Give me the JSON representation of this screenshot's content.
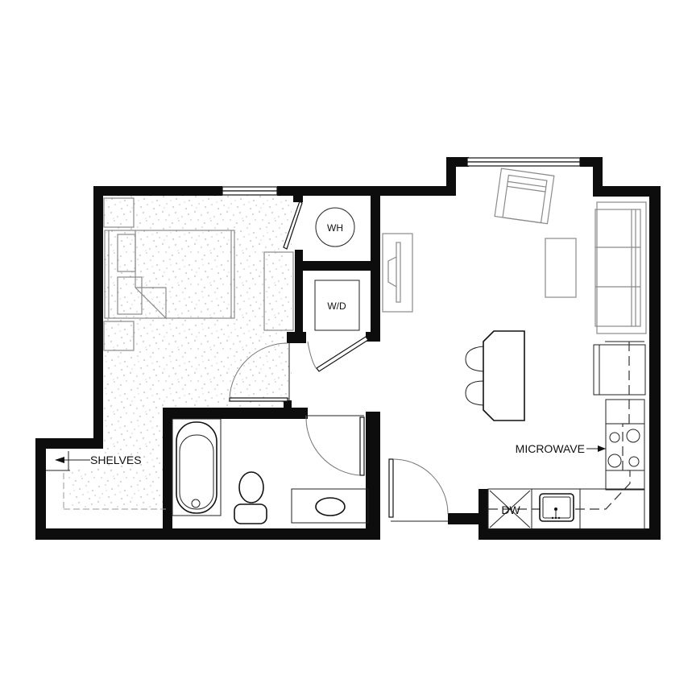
{
  "plan": {
    "type": "apartment-floor-plan",
    "rooms": [
      {
        "name": "bedroom",
        "flooring": "carpet"
      },
      {
        "name": "closet-shelves",
        "flooring": "carpet"
      },
      {
        "name": "water-heater-closet"
      },
      {
        "name": "laundry-closet"
      },
      {
        "name": "bathroom"
      },
      {
        "name": "living-room"
      },
      {
        "name": "dining-area"
      },
      {
        "name": "kitchen"
      }
    ],
    "labels": {
      "water_heater": "WH",
      "washer_dryer": "W/D",
      "shelves": "SHELVES",
      "microwave": "MICROWAVE",
      "dishwasher": "DW"
    },
    "colors": {
      "wall": "#0d0d0d",
      "furniture_stroke": "#8a8a8a",
      "fixture_stroke": "#111111",
      "background": "#ffffff",
      "carpet_speckle": "#9a9a9a"
    }
  }
}
